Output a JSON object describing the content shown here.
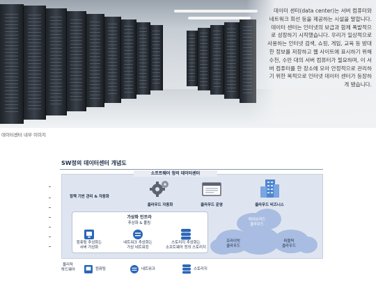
{
  "article": {
    "body": "데이터 센터(data center)는 서버 컴퓨터와 네트워크 회선 등을 제공하는 시설을 말합니다. 데이터 센터는 인터넷의 보급과 함께 폭발적으로 성장하기 시작했습니다. 우리가 일상적으로 사용하는 인터넷 검색, 쇼핑, 게임, 교육 등 방대한 정보를 저장하고 웹 사이트에 표시하기 위해 수천, 수만 대의 서버 컴퓨터가 필요하며, 이 서버 컴퓨터를 한 장소에 모아 안정적으로 관리하기 위한 목적으로 인터넷 데이터 센터가 등장하게 됐습니다.",
    "caption": "데이터센터 내부 이미지"
  },
  "diagram": {
    "title": "SW정의 데이터센터 개념도",
    "sds_header": "소프트웨어 정의 데이터센터",
    "policy_label": "정책 기반 관리 & 자동화",
    "cloud_automation": "클라우드 자동화",
    "cloud_operation": "클라우드 운영",
    "cloud_business": "클라우드 비즈니스",
    "virtual_infra": {
      "title": "가상화 인프라",
      "subtitle": "추상화 & 풀링",
      "items": [
        {
          "line1": "컴퓨팅 추상화는",
          "line2": "서버 가상화"
        },
        {
          "line1": "네트워크 추상화는",
          "line2": "가상 네트워킹"
        },
        {
          "line1": "스토리지 추상화는",
          "line2": "소프트웨어 정의 스토리지"
        }
      ]
    },
    "clouds": {
      "hybrid_line1": "하이브리드",
      "hybrid_line2": "클라우드",
      "private_line1": "프라이빗",
      "private_line2": "클라우드",
      "public_line1": "퍼블릭",
      "public_line2": "클라우드"
    },
    "hardware": {
      "label_line1": "물리적",
      "label_line2": "하드웨어",
      "computing": "컴퓨팅",
      "network": "네트워크",
      "storage": "스토리지"
    }
  },
  "colors": {
    "diagram_bg": "#dfe5f0",
    "cloud": "#a9bde2",
    "icon_blue": "#2b66b8",
    "title_navy": "#1b2b44"
  }
}
